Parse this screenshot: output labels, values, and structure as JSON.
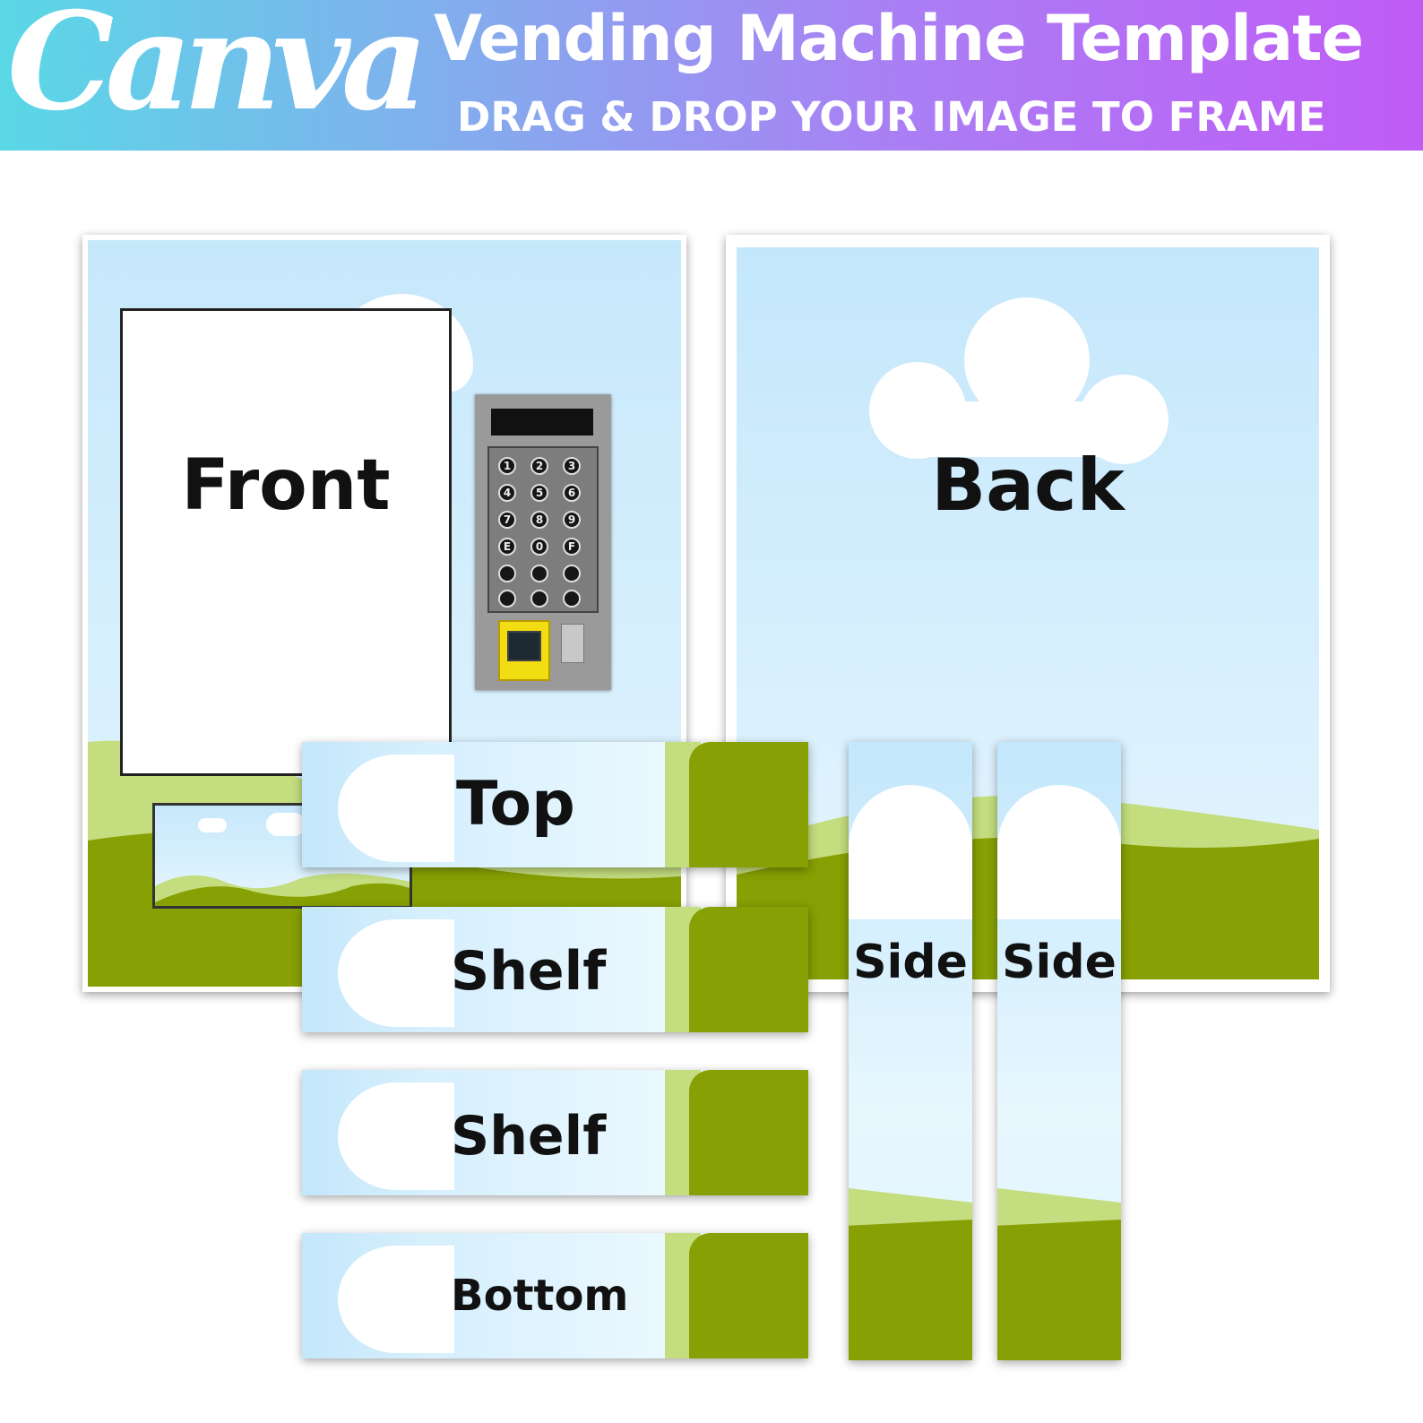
{
  "header": {
    "logo": "Canva",
    "title": "Vending Machine Template",
    "subtitle": "DRAG & DROP YOUR IMAGE TO FRAME"
  },
  "panels": {
    "front": "Front",
    "back": "Back"
  },
  "keypad": {
    "keys": [
      "1",
      "2",
      "3",
      "4",
      "5",
      "6",
      "7",
      "8",
      "9",
      "E",
      "0",
      "F"
    ]
  },
  "strips": {
    "top": "Top",
    "shelf1": "Shelf",
    "shelf2": "Shelf",
    "bottom": "Bottom"
  },
  "sides": {
    "left": "Side",
    "right": "Side"
  },
  "colors": {
    "banner_start": "#5ad8e6",
    "banner_end": "#c05cf6",
    "sky": "#c4e7fc",
    "grass_light": "#c4dd7e",
    "grass_dark": "#87a003",
    "keypad_body": "#9a9a9a",
    "coin_slot": "#f2dd12"
  }
}
